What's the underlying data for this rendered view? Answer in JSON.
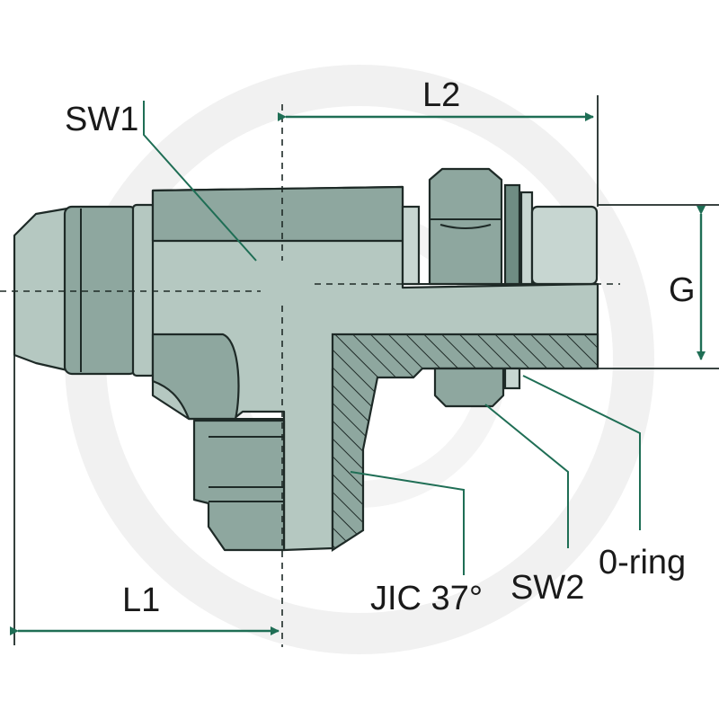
{
  "labels": {
    "sw1": "SW1",
    "l2": "L2",
    "g": "G",
    "l1": "L1",
    "jic": "JIC 37°",
    "sw2": "SW2",
    "oring": "0-ring"
  },
  "colors": {
    "body": "#b5c8c1",
    "shade": "#8ea79f",
    "dimension": "#1f6e55",
    "watermark": "#f1f1f1"
  }
}
